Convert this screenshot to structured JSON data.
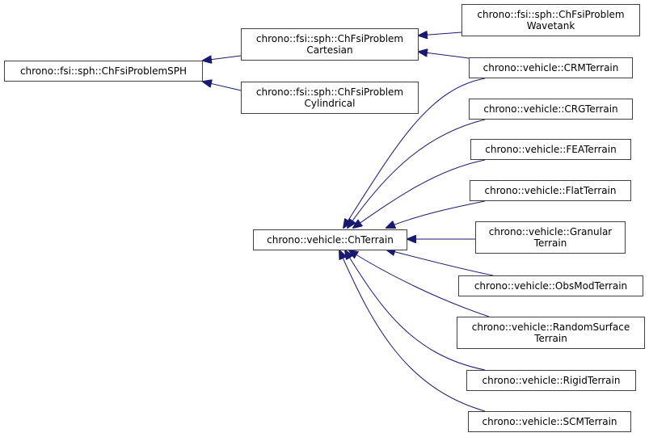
{
  "diagram": {
    "type": "inheritance-graph",
    "edge_color": "#191970",
    "nodes": [
      {
        "id": "sph",
        "lines": [
          "chrono::fsi::sph::ChFsiProblemSPH"
        ]
      },
      {
        "id": "cartesian",
        "lines": [
          "chrono::fsi::sph::ChFsiProblem",
          "Cartesian"
        ]
      },
      {
        "id": "cylindrical",
        "lines": [
          "chrono::fsi::sph::ChFsiProblem",
          "Cylindrical"
        ]
      },
      {
        "id": "wavetank",
        "lines": [
          "chrono::fsi::sph::ChFsiProblem",
          "Wavetank"
        ]
      },
      {
        "id": "crm",
        "lines": [
          "chrono::vehicle::CRMTerrain"
        ]
      },
      {
        "id": "crg",
        "lines": [
          "chrono::vehicle::CRGTerrain"
        ]
      },
      {
        "id": "fea",
        "lines": [
          "chrono::vehicle::FEATerrain"
        ]
      },
      {
        "id": "flat",
        "lines": [
          "chrono::vehicle::FlatTerrain"
        ]
      },
      {
        "id": "granular",
        "lines": [
          "chrono::vehicle::Granular",
          "Terrain"
        ]
      },
      {
        "id": "chterrain",
        "lines": [
          "chrono::vehicle::ChTerrain"
        ]
      },
      {
        "id": "obsmod",
        "lines": [
          "chrono::vehicle::ObsModTerrain"
        ]
      },
      {
        "id": "random",
        "lines": [
          "chrono::vehicle::RandomSurface",
          "Terrain"
        ]
      },
      {
        "id": "rigid",
        "lines": [
          "chrono::vehicle::RigidTerrain"
        ]
      },
      {
        "id": "scm",
        "lines": [
          "chrono::vehicle::SCMTerrain"
        ]
      }
    ],
    "edges": [
      {
        "from": "cartesian",
        "to": "sph"
      },
      {
        "from": "cylindrical",
        "to": "sph"
      },
      {
        "from": "wavetank",
        "to": "cartesian"
      },
      {
        "from": "crm",
        "to": "cartesian"
      },
      {
        "from": "crm",
        "to": "chterrain"
      },
      {
        "from": "crg",
        "to": "chterrain"
      },
      {
        "from": "fea",
        "to": "chterrain"
      },
      {
        "from": "flat",
        "to": "chterrain"
      },
      {
        "from": "granular",
        "to": "chterrain"
      },
      {
        "from": "obsmod",
        "to": "chterrain"
      },
      {
        "from": "random",
        "to": "chterrain"
      },
      {
        "from": "rigid",
        "to": "chterrain"
      },
      {
        "from": "scm",
        "to": "chterrain"
      }
    ]
  }
}
